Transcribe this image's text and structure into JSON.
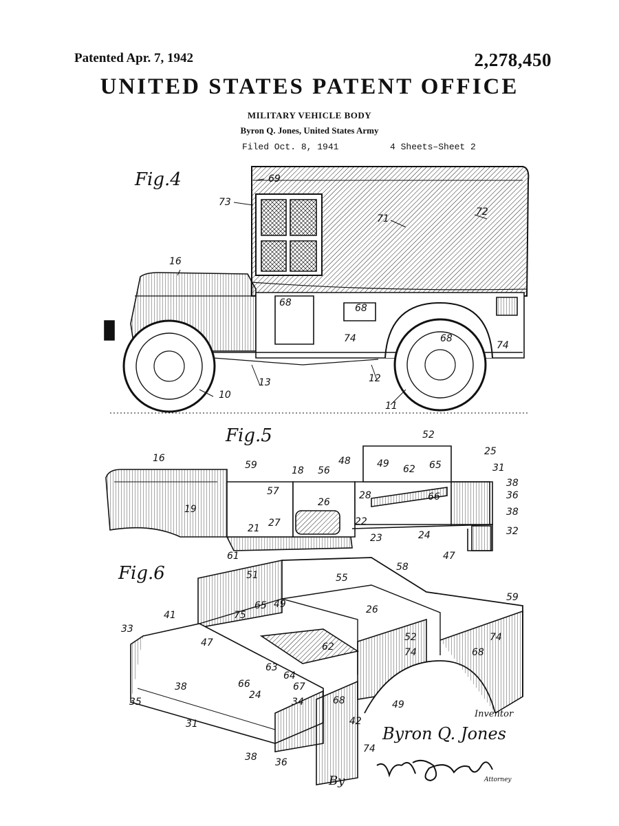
{
  "header": {
    "patented": "Patented Apr. 7, 1942",
    "number": "2,278,450",
    "office": "UNITED STATES PATENT OFFICE",
    "title": "MILITARY VEHICLE BODY",
    "inventor": "Byron Q. Jones, United States Army",
    "filed": "Filed Oct. 8, 1941",
    "sheets": "4 Sheets–Sheet 2"
  },
  "figures": {
    "fig4": "Fig.4",
    "fig5": "Fig.5",
    "fig6": "Fig.6"
  },
  "signature": {
    "inventor_label": "Inventor",
    "inventor_name": "Byron Q. Jones",
    "by": "By",
    "attorney_label": "Attorney"
  },
  "refs": {
    "fig4": [
      "69",
      "73",
      "71",
      "72",
      "16",
      "68",
      "68",
      "68",
      "74",
      "74",
      "13",
      "12",
      "10",
      "11"
    ],
    "fig5": [
      "52",
      "25",
      "16",
      "59",
      "18",
      "56",
      "48",
      "49",
      "62",
      "65",
      "31",
      "38",
      "36",
      "38",
      "57",
      "26",
      "28",
      "66",
      "19",
      "27",
      "22",
      "23",
      "24",
      "32",
      "21",
      "61",
      "47"
    ],
    "fig6": [
      "51",
      "55",
      "58",
      "59",
      "41",
      "75",
      "65",
      "49",
      "26",
      "33",
      "47",
      "62",
      "52",
      "74",
      "74",
      "68",
      "63",
      "64",
      "67",
      "38",
      "66",
      "24",
      "34",
      "68",
      "42",
      "49",
      "35",
      "31",
      "74",
      "38",
      "36"
    ]
  }
}
